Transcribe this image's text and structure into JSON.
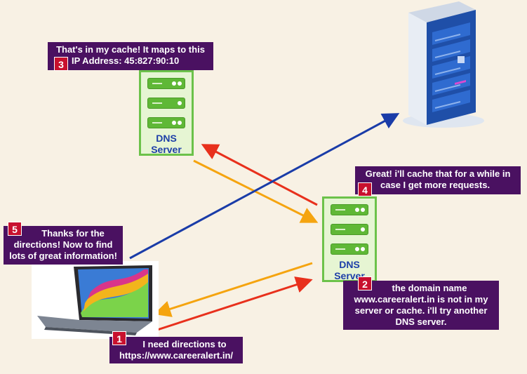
{
  "dns_server_top": {
    "line1": "DNS",
    "line2": "Server"
  },
  "dns_server_right": {
    "line1": "DNS",
    "line2": "Server"
  },
  "callouts": {
    "step1": {
      "number": "1",
      "line1": "I need directions to",
      "line2": "https://www.careeralert.in/"
    },
    "step2": {
      "number": "2",
      "line1": "the domain name",
      "line2": "www.careeralert.in is not in my",
      "line3": "server or cache. i'll try another",
      "line4": "DNS server."
    },
    "step3": {
      "number": "3",
      "line1": "That's in my cache! It maps to this",
      "line2": "IP Address: 45:827:90:10"
    },
    "step4": {
      "number": "4",
      "line1": "Great! i'll cache that for a while in",
      "line2": "case I get more requests."
    },
    "step5": {
      "number": "5",
      "line1": "Thanks for the",
      "line2": "directions! Now to find",
      "line3": "lots of great information!"
    }
  },
  "colors": {
    "request_arrow": "#e8301c",
    "response_arrow": "#f5a40f",
    "web_arrow": "#1a3ca8",
    "callout_bg": "#4a1161",
    "number_badge": "#c8102e",
    "dns_border": "#6cc24a"
  },
  "icons": {
    "laptop": "laptop-icon",
    "web_server": "web-server-icon"
  }
}
